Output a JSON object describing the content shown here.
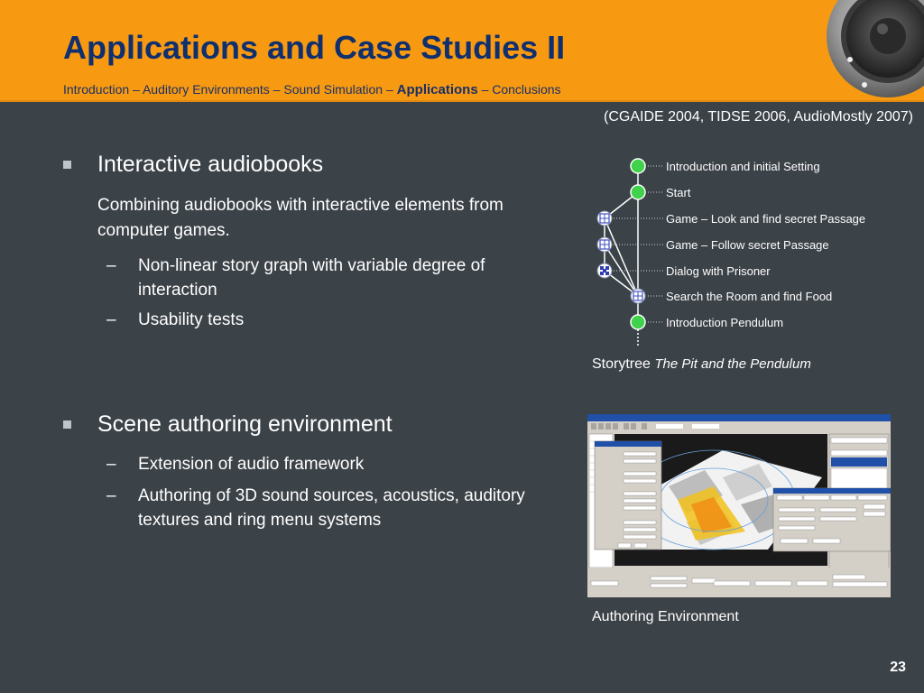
{
  "header": {
    "title": "Applications and Case Studies II",
    "breadcrumb": {
      "before": "Introduction – Auditory Environments – Sound Simulation – ",
      "current": "Applications",
      "after": " – Conclusions"
    }
  },
  "citation": "(CGAIDE 2004, TIDSE 2006, AudioMostly 2007)",
  "bullets": [
    {
      "title": "Interactive audiobooks",
      "description": "Combining audiobooks with interactive elements from computer games.",
      "subs": [
        "Non-linear story graph with variable degree of interaction",
        "Usability tests"
      ]
    },
    {
      "title": "Scene authoring environment",
      "subs": [
        "Extension of audio framework",
        "Authoring of 3D sound sources, acoustics, auditory textures and ring menu systems"
      ]
    }
  ],
  "dash": "–",
  "storytree": {
    "nodes": [
      "Introduction and initial Setting",
      "Start",
      "Game – Look and find secret Passage",
      "Game – Follow secret Passage",
      "Dialog with Prisoner",
      "Search the Room and find Food",
      "Introduction Pendulum"
    ],
    "caption_prefix": "Storytree",
    "caption_title": "The Pit and the Pendulum"
  },
  "authoring": {
    "caption": "Authoring Environment"
  },
  "page_number": "23",
  "colors": {
    "header": "#f79a12",
    "title": "#0f2f6e",
    "background": "#3b4248",
    "node_green": "#3fd24a",
    "node_box": "#ffffff"
  }
}
